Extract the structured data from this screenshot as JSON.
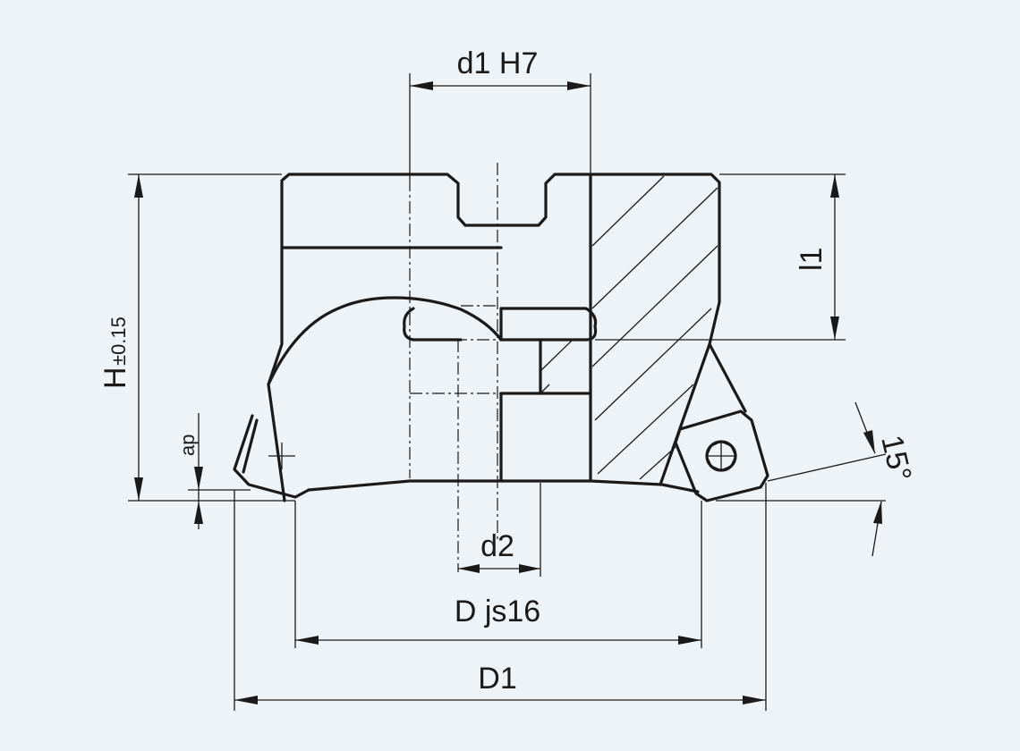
{
  "labels": {
    "d1": "d1 H7",
    "h_main": "H",
    "h_tol": "±0.15",
    "l1": "l1",
    "ap": "ap",
    "d2": "d2",
    "d": "D js16",
    "d1_outer": "D1",
    "angle": "15°"
  },
  "colors": {
    "background": "#eef3f8",
    "ink": "#1a1a1a"
  }
}
